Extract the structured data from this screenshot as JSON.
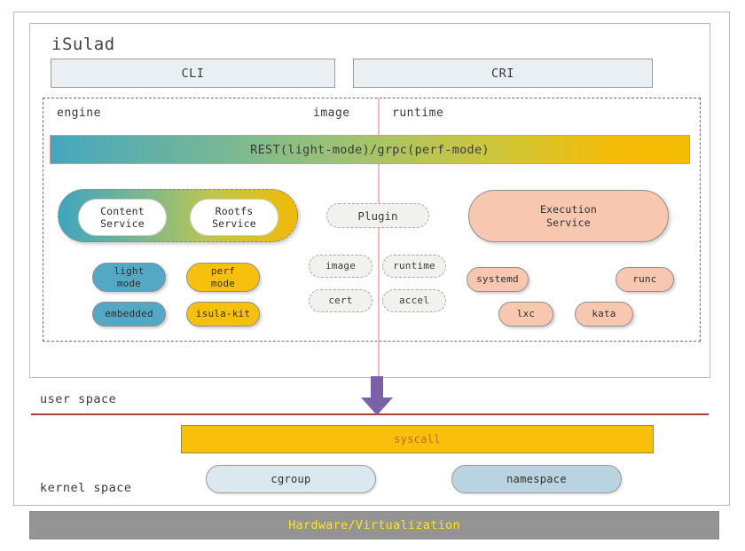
{
  "diagram": {
    "title": "iSulad",
    "top_interfaces": [
      {
        "label": "CLI"
      },
      {
        "label": "CRI"
      }
    ],
    "columns": [
      {
        "label": "engine"
      },
      {
        "label": "image"
      },
      {
        "label": "runtime"
      }
    ],
    "transport_bar": {
      "label": "REST(light-mode)/grpc(perf-mode)",
      "gradient_from": "#46a6bf",
      "gradient_to": "#f5bd00"
    },
    "engine": {
      "services_group": {
        "items": [
          {
            "line1": "Content",
            "line2": "Service"
          },
          {
            "line1": "Rootfs",
            "line2": "Service"
          }
        ]
      },
      "modes": [
        {
          "line1": "light",
          "line2": "mode",
          "color": "#54a8c4"
        },
        {
          "line1": "perf",
          "line2": "mode",
          "color": "#f6c00c"
        },
        {
          "line1": "embedded",
          "line2": "",
          "color": "#54a8c4"
        },
        {
          "line1": "isula-kit",
          "line2": "",
          "color": "#f6c00c"
        }
      ]
    },
    "image": {
      "plugin": {
        "label": "Plugin"
      },
      "modules": [
        {
          "label": "image"
        },
        {
          "label": "runtime"
        },
        {
          "label": "cert"
        },
        {
          "label": "accel"
        }
      ]
    },
    "runtime": {
      "execution_service": {
        "line1": "Execution",
        "line2": "Service",
        "color": "#f7c7b0"
      },
      "engines": [
        {
          "label": "systemd"
        },
        {
          "label": "runc"
        },
        {
          "label": "lxc"
        },
        {
          "label": "kata"
        }
      ]
    },
    "spaces": {
      "user_label": "user space",
      "kernel_label": "kernel space",
      "divider_color": "#a83f3f",
      "arrow_color": "#7b61a8"
    },
    "kernel": {
      "syscall": {
        "label": "syscall",
        "fill": "#f8bf0b",
        "text_color": "#c06a22"
      },
      "cgroup": {
        "label": "cgroup",
        "fill": "#dce8ef"
      },
      "namespace": {
        "label": "namespace",
        "fill": "#b9d4e0"
      }
    },
    "hardware": {
      "label": "Hardware/Virtualization",
      "fill": "#949494",
      "text_color": "#ffe515"
    }
  }
}
